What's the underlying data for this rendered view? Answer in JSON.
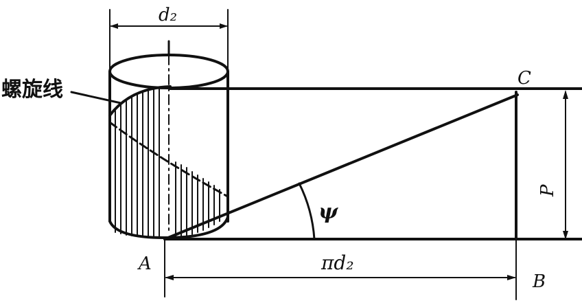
{
  "labels": {
    "d2_top": "d₂",
    "helix": "螺旋线",
    "point_c": "C",
    "pitch": "P",
    "angle": "ψ",
    "point_a": "A",
    "pi_d2": "πd₂",
    "point_b": "B"
  }
}
